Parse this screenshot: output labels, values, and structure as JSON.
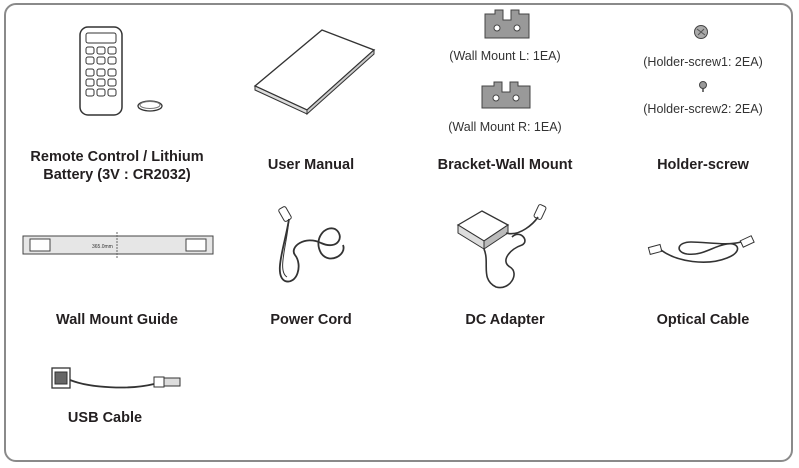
{
  "items": [
    {
      "label": "Remote Control / Lithium Battery (3V : CR2032)"
    },
    {
      "label": "User Manual"
    },
    {
      "label": "Bracket-Wall Mount"
    },
    {
      "label": "Holder-screw"
    },
    {
      "label": "Wall Mount Guide"
    },
    {
      "label": "Power Cord"
    },
    {
      "label": "DC Adapter"
    },
    {
      "label": "Optical Cable"
    },
    {
      "label": "USB Cable"
    }
  ],
  "bracket_notes": {
    "left": "(Wall Mount L: 1EA)",
    "right": "(Wall Mount R: 1EA)"
  },
  "screw_notes": {
    "screw1": "(Holder-screw1: 2EA)",
    "screw2": "(Holder-screw2: 2EA)"
  },
  "guide_text": "365.0mm"
}
